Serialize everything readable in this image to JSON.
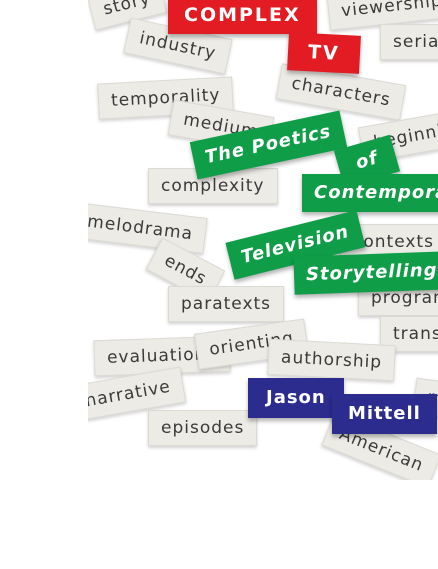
{
  "title": {
    "line1": "COMPLEX",
    "line2": "TV",
    "subtitle": [
      "The Poetics",
      "of",
      "Contemporary",
      "Television",
      "Storytelling"
    ]
  },
  "author": {
    "first": "Jason",
    "last": "Mittell"
  },
  "background_words": [
    "story",
    "viewership",
    "industry",
    "serial",
    "characters",
    "temporality",
    "medium",
    "beginnings",
    "complexity",
    "melodrama",
    "contexts",
    "ends",
    "paratexts",
    "programming",
    "transmedia",
    "evaluation",
    "orienting",
    "authorship",
    "narrative",
    "m",
    "episodes",
    "American"
  ],
  "colors": {
    "red": "#e31c23",
    "green": "#0f9d48",
    "blue": "#2c2c8f",
    "card": "#ecebe6",
    "text": "#3a3a3a"
  }
}
